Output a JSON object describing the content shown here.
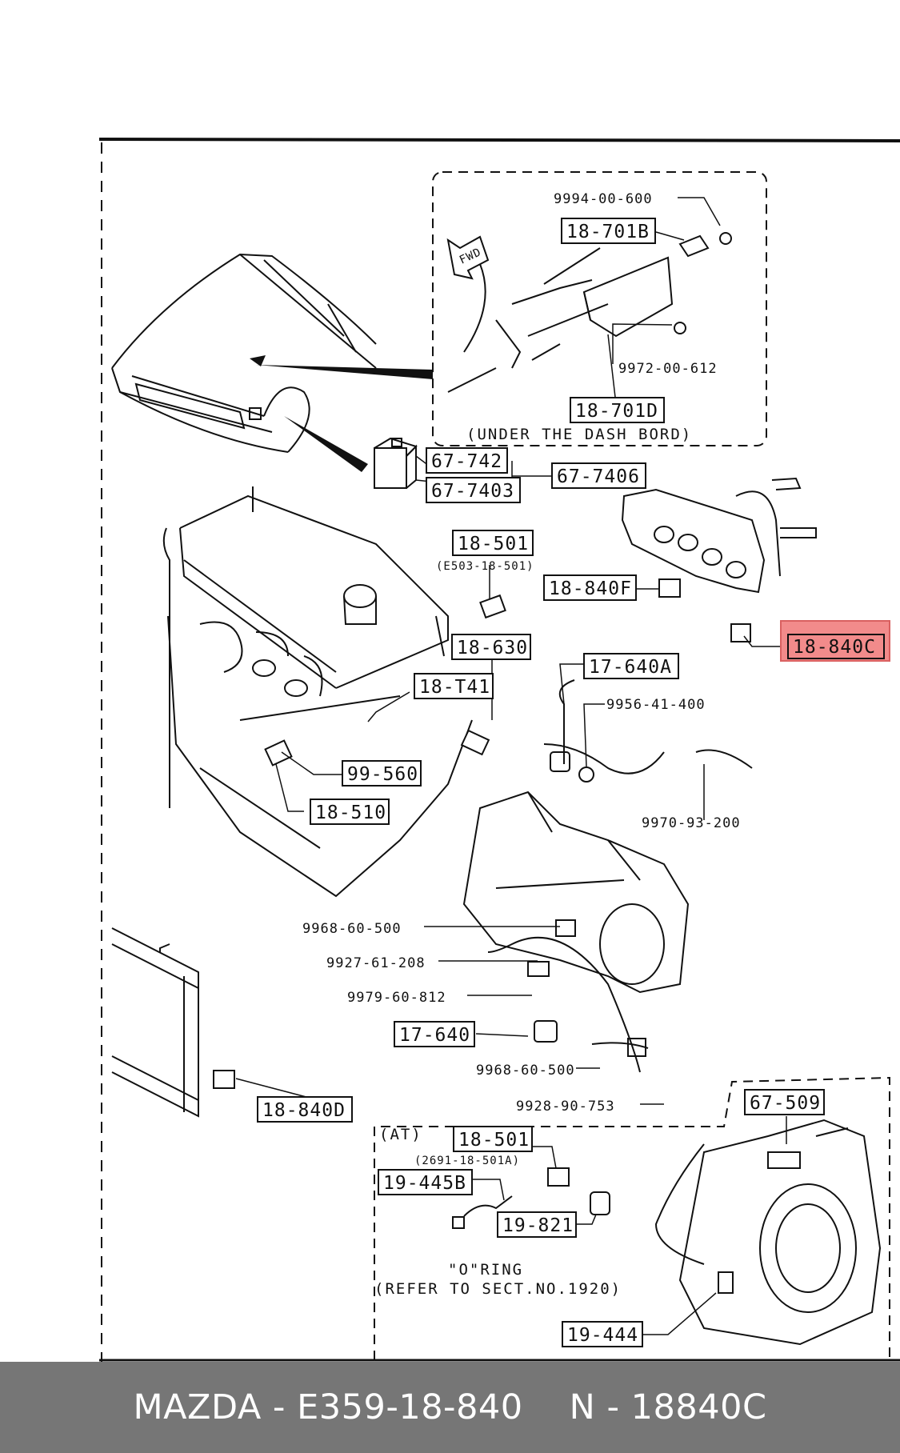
{
  "diagram": {
    "section_labels": {
      "under_dash": "(UNDER THE DASH BORD)",
      "fwd": "FWD",
      "at": "(AT)",
      "oring": "\"O\"RING",
      "refer": "(REFER TO SECT.NO.1920)"
    },
    "parts": {
      "p9994": "9994-00-600",
      "p18701B": "18-701B",
      "p9972": "9972-00-612",
      "p18701D": "18-701D",
      "p67742": "67-742",
      "p677403": "67-7403",
      "p677406": "67-7406",
      "p18501": "18-501",
      "p18501alt": "(E503-18-501)",
      "p18840F": "18-840F",
      "p18840C": "18-840C",
      "p18630": "18-630",
      "p18T41": "18-T41",
      "p17640A": "17-640A",
      "p9956": "9956-41-400",
      "p99560": "99-560",
      "p18510": "18-510",
      "p9970": "9970-93-200",
      "p9968a": "9968-60-500",
      "p9927": "9927-61-208",
      "p9979": "9979-60-812",
      "p17640": "17-640",
      "p9968b": "9968-60-500",
      "p9928": "9928-90-753",
      "p18840D": "18-840D",
      "p67509": "67-509",
      "p18501at": "18-501",
      "p18501atalt": "(2691-18-501A)",
      "p19445B": "19-445B",
      "p19821": "19-821",
      "p19444": "19-444"
    },
    "highlight_color": "#f28b8b"
  },
  "footer": {
    "left": "MAZDA - E359-18-840",
    "right": "N - 18840C"
  }
}
